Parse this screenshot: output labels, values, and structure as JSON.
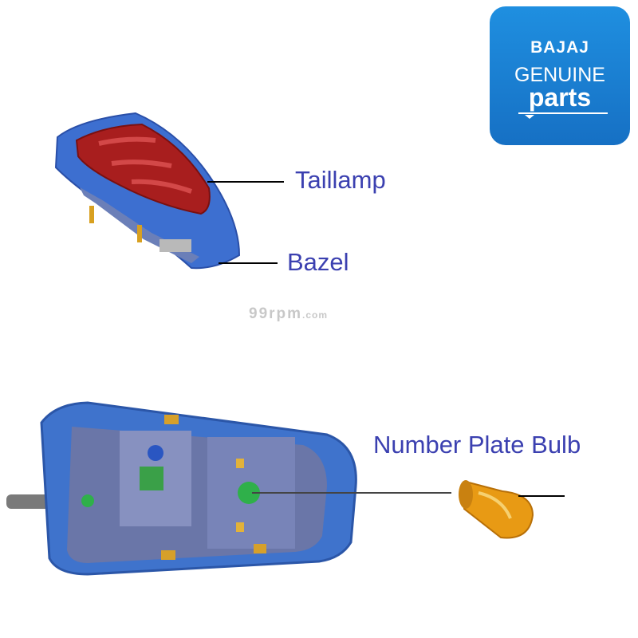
{
  "logo": {
    "brand": "BAJAJ",
    "line2": "GENUINE",
    "line3": "parts"
  },
  "labels": {
    "taillamp": "Taillamp",
    "bezel": "Bazel",
    "number_plate_bulb": "Number Plate Bulb"
  },
  "watermark": {
    "main": "99rpm",
    "domain": ".com"
  },
  "colors": {
    "label_text": "#3b40b0",
    "logo_bg": "#1b7fd6",
    "lens_red": "#a81e1e",
    "housing_blue": "#3d6fd0",
    "bulb_amber": "#e89a14"
  }
}
